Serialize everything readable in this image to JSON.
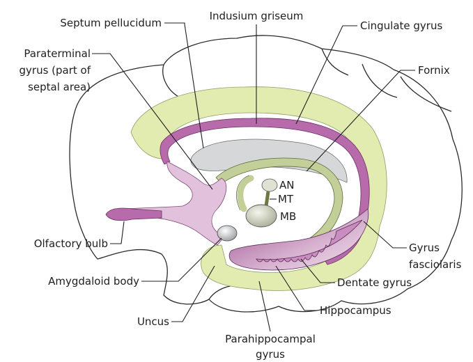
{
  "labels": {
    "septum_pellucidum": "Septum pellucidum",
    "indusium_griseum": "Indusium griseum",
    "cingulate_gyrus": "Cingulate gyrus",
    "paraterminal_line1": "Paraterminal",
    "paraterminal_line2": "gyrus (part of",
    "paraterminal_line3": "septal area)",
    "fornix": "Fornix",
    "an": "AN",
    "mt": "MT",
    "mb": "MB",
    "olfactory_bulb": "Olfactory bulb",
    "gyrus_fasciolaris_line1": "Gyrus",
    "gyrus_fasciolaris_line2": "fasciolaris",
    "amygdaloid_body": "Amygdaloid body",
    "dentate_gyrus": "Dentate gyrus",
    "uncus": "Uncus",
    "hippocampus": "Hippocampus",
    "parahippocampal_line1": "Parahippocampal",
    "parahippocampal_line2": "gyrus"
  },
  "colors": {
    "limbic_gyrus": "#e3ecb0",
    "fornix_band": "#c3cf99",
    "purple_band": "#b86bab",
    "purple_light": "#e2c1dc",
    "septum_gray": "#d6d7d8",
    "nucleus_fill": "#dfe2d2",
    "outline": "#2a2a2a"
  }
}
